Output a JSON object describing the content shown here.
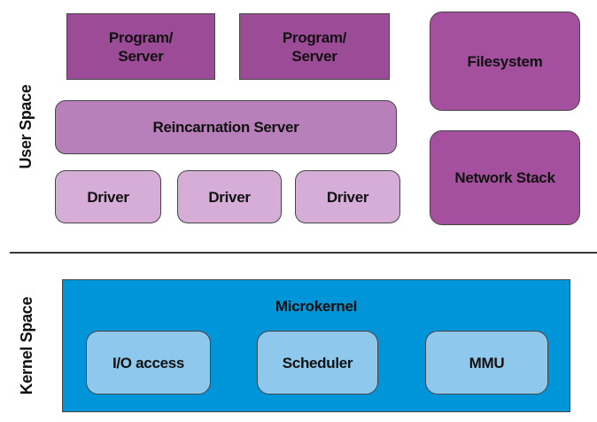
{
  "labels": {
    "user_space": "User Space",
    "kernel_space": "Kernel Space"
  },
  "user_space": {
    "program_servers": [
      "Program/\nServer",
      "Program/\nServer"
    ],
    "filesystem": "Filesystem",
    "reincarnation_server": "Reincarnation Server",
    "drivers": [
      "Driver",
      "Driver",
      "Driver"
    ],
    "network_stack": "Network Stack"
  },
  "kernel_space": {
    "microkernel": "Microkernel",
    "io_access": "I/O access",
    "scheduler": "Scheduler",
    "mmu": "MMU"
  },
  "colors": {
    "program_server_fill": "#9c4b96",
    "filesystem_fill": "#a4509f",
    "network_stack_fill": "#a4509f",
    "reincarnation_fill": "#b880ba",
    "driver_fill": "#d5add7",
    "microkernel_fill": "#0094d8",
    "kernel_inner_fill": "#8ec8ec",
    "separator": "#3a3a3a",
    "box_border": "#464646",
    "text": "#111111",
    "background": "#ffffff"
  }
}
